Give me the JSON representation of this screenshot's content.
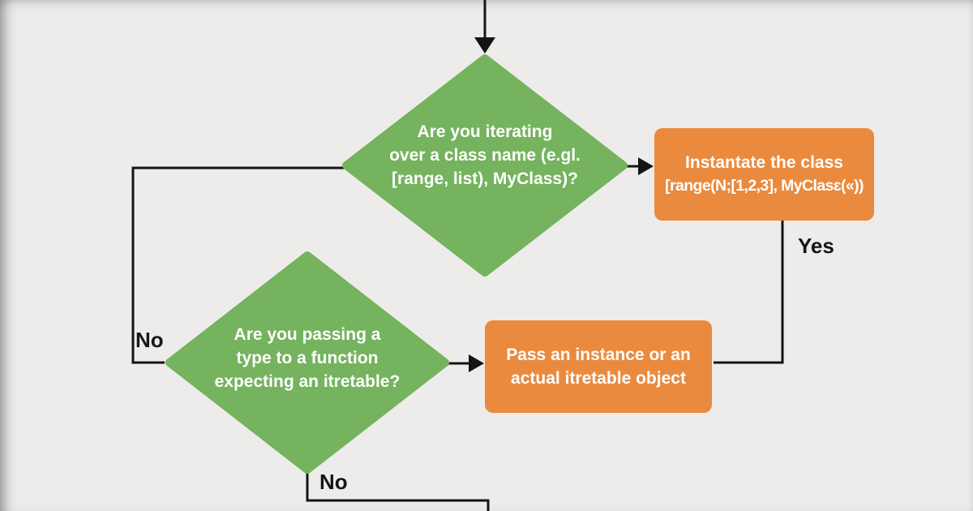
{
  "colors": {
    "background": "#edeceb",
    "decision_node_green": "#75b35e",
    "process_node_orange": "#ea8a3e",
    "connector_black": "#141414",
    "node_text_white": "#ffffff",
    "edge_label_black": "#161616"
  },
  "nodes": {
    "decision_iterating_class": {
      "type": "decision",
      "lines": [
        "Are you iterating",
        "over a class name (e.gl.",
        "[range, list), MyClass)?"
      ]
    },
    "process_instantiate_class": {
      "type": "process",
      "lines": [
        "Instantate the class",
        "[range(N;[1,2,3], MyClasɛ(«))"
      ]
    },
    "decision_passing_type": {
      "type": "decision",
      "lines": [
        "Are you passing a",
        "type to a function",
        "expecting an itretable?"
      ]
    },
    "process_pass_instance": {
      "type": "process",
      "lines": [
        "Pass an instance or an",
        "actual itretable object"
      ]
    }
  },
  "edge_labels": {
    "yes": "Yes",
    "no_left": "No",
    "no_bottom": "No"
  }
}
